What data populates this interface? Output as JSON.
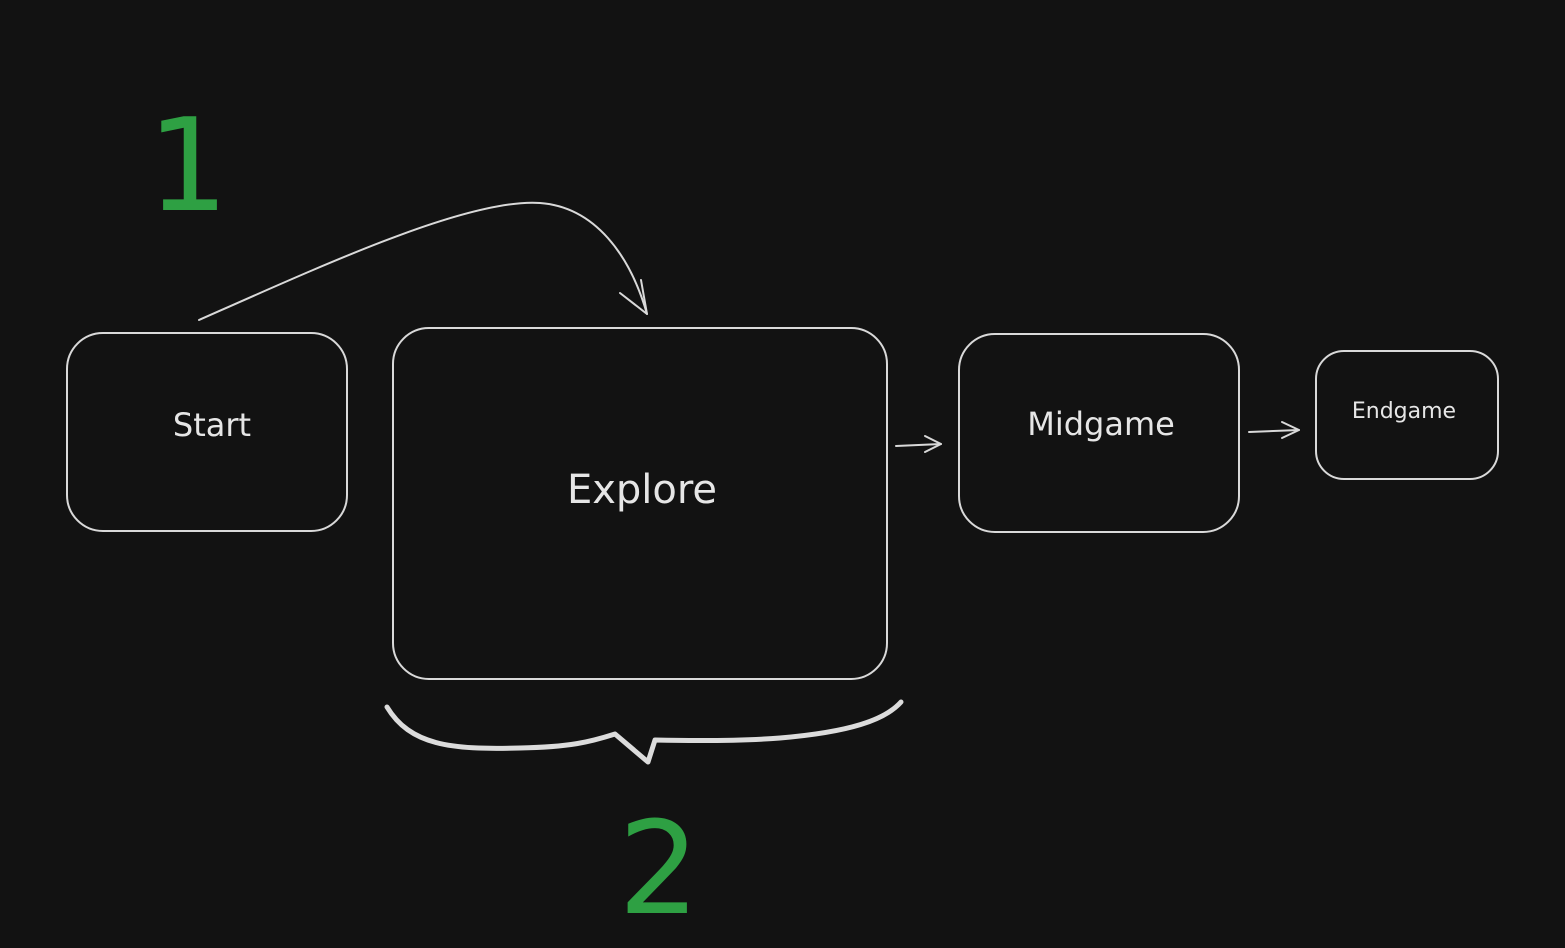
{
  "colors": {
    "background": "#121212",
    "stroke": "#d9d9d9",
    "text": "#e6e6e6",
    "accent_green": "#2ea043"
  },
  "markers": {
    "one": "1",
    "two": "2"
  },
  "nodes": {
    "start": "Start",
    "explore": "Explore",
    "midgame": "Midgame",
    "endgame": "Endgame"
  }
}
